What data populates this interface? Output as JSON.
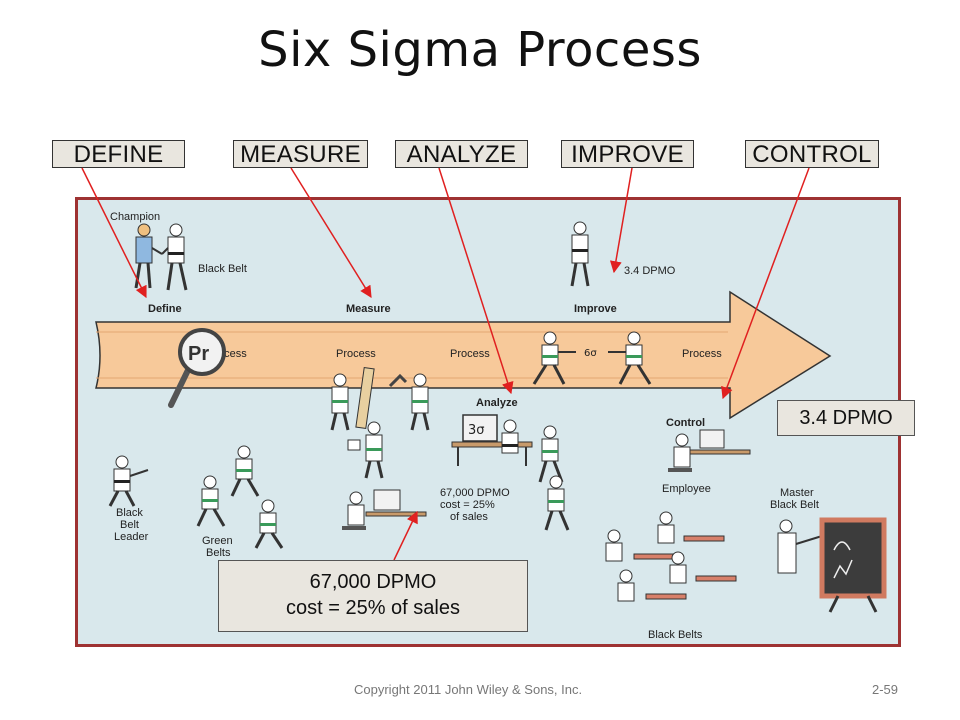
{
  "title": "Six Sigma Process",
  "phases": [
    "DEFINE",
    "MEASURE",
    "ANALYZE",
    "IMPROVE",
    "CONTROL"
  ],
  "illustration": {
    "stage_labels": {
      "define": "Define",
      "measure": "Measure",
      "analyze": "Analyze",
      "improve": "Improve",
      "control": "Control"
    },
    "process_label": "Process",
    "process_partial": "ocess",
    "pr_label": "Pr",
    "sigma_value": "3σ",
    "six_sigma": "6σ",
    "roles": {
      "champion": "Champion",
      "black_belt": "Black Belt",
      "black_belt_leader": [
        "Black",
        "Belt",
        "Leader"
      ],
      "green_belts": [
        "Green",
        "Belts"
      ],
      "employee": "Employee",
      "master_black_belt": [
        "Master",
        "Black Belt"
      ],
      "black_belts": "Black Belts"
    },
    "notes": {
      "improve_dpmo": "3.4 DPMO",
      "analyze_dpmo": [
        "67,000 DPMO",
        "cost = 25%",
        "of sales"
      ]
    }
  },
  "callouts": {
    "control_dpmo": "3.4 DPMO",
    "analyze_line1": "67,000 DPMO",
    "analyze_line2": "cost = 25% of sales"
  },
  "footer": {
    "copyright": "Copyright 2011 John Wiley & Sons, Inc.",
    "page": "2-59"
  },
  "colors": {
    "panel_background": "#d9e8ec",
    "panel_border": "#9e3232",
    "arrow_fill": "#f7c99a",
    "pointer_arrows": "#e02020",
    "callout_background": "#e9e6df"
  }
}
